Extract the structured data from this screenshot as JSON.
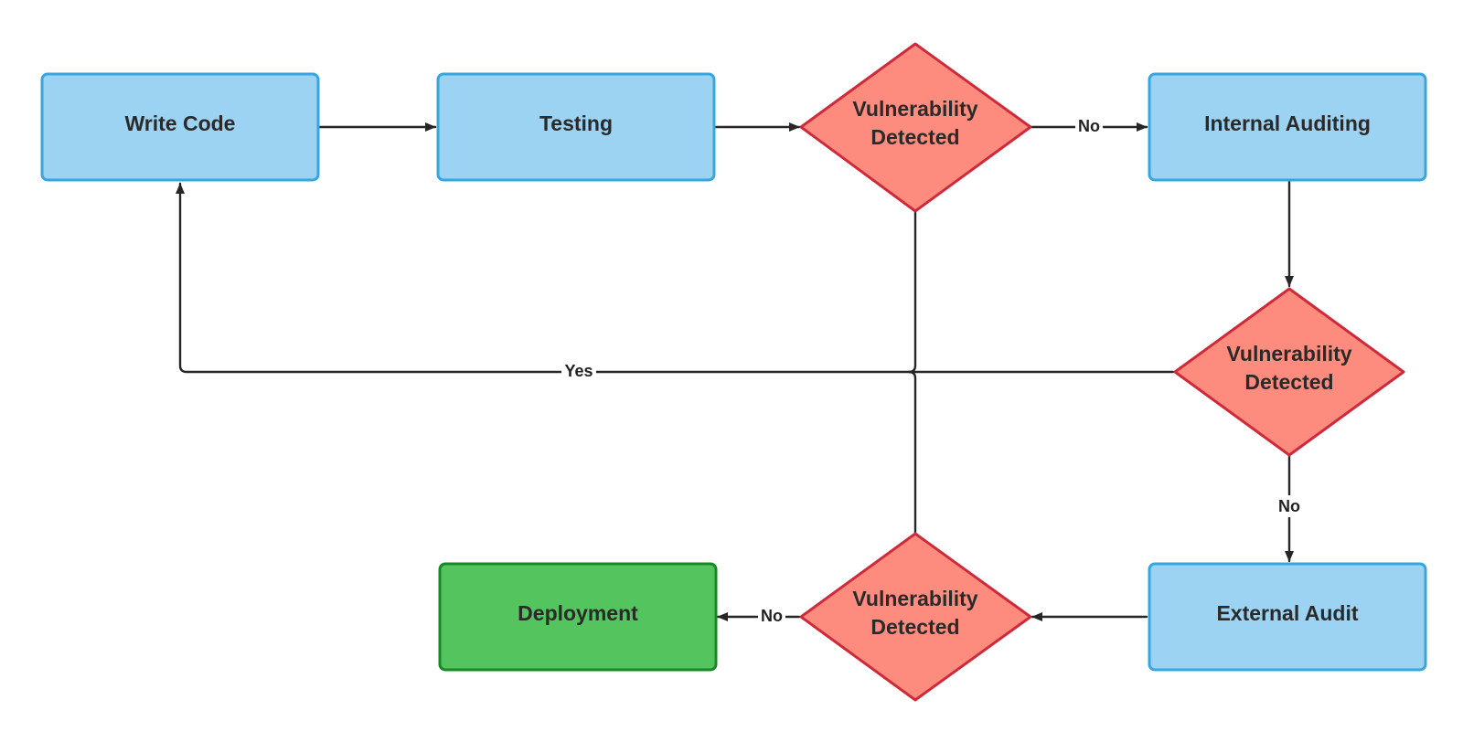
{
  "diagram": {
    "type": "flowchart",
    "colors": {
      "process_fill": "#9cd3f2",
      "process_stroke": "#38a6de",
      "decision_fill": "#fd8c7e",
      "decision_stroke": "#d0293a",
      "terminal_fill": "#53c45e",
      "terminal_stroke": "#168a24",
      "edge": "#262626",
      "label_bg": "#ffffff"
    },
    "nodes": {
      "write_code": {
        "label": "Write Code",
        "shape": "rectangle"
      },
      "testing": {
        "label": "Testing",
        "shape": "rectangle"
      },
      "decision_1": {
        "line1": "Vulnerability",
        "line2": "Detected",
        "shape": "diamond"
      },
      "internal_auditing": {
        "label": "Internal Auditing",
        "shape": "rectangle"
      },
      "decision_2": {
        "line1": "Vulnerability",
        "line2": "Detected",
        "shape": "diamond"
      },
      "external_audit": {
        "label": "External Audit",
        "shape": "rectangle"
      },
      "decision_3": {
        "line1": "Vulnerability",
        "line2": "Detected",
        "shape": "diamond"
      },
      "deployment": {
        "label": "Deployment",
        "shape": "rectangle"
      }
    },
    "edges": {
      "write_code_to_testing": {
        "from": "Write Code",
        "to": "Testing",
        "label": ""
      },
      "testing_to_decision_1": {
        "from": "Testing",
        "to": "Vulnerability Detected",
        "label": ""
      },
      "decision_1_to_internal": {
        "from": "Vulnerability Detected",
        "to": "Internal Auditing",
        "label": "No"
      },
      "internal_to_decision_2": {
        "from": "Internal Auditing",
        "to": "Vulnerability Detected",
        "label": ""
      },
      "decision_2_to_external": {
        "from": "Vulnerability Detected",
        "to": "External Audit",
        "label": "No"
      },
      "external_to_decision_3": {
        "from": "External Audit",
        "to": "Vulnerability Detected",
        "label": ""
      },
      "decision_3_to_deployment": {
        "from": "Vulnerability Detected",
        "to": "Deployment",
        "label": "No"
      },
      "yes_to_write_code": {
        "from": "Vulnerability Detected",
        "to": "Write Code",
        "label": "Yes"
      }
    }
  }
}
